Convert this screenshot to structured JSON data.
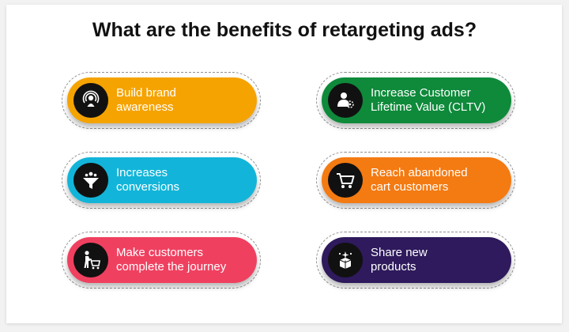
{
  "title": "What are the benefits of retargeting ads?",
  "benefits": [
    {
      "label": "Build brand\nawareness",
      "color": "#f5a300",
      "icon": "broadcast-person-icon"
    },
    {
      "label": "Increase Customer\nLifetime Value (CLTV)",
      "color": "#0e8a3a",
      "icon": "customer-value-icon"
    },
    {
      "label": "Increases\nconversions",
      "color": "#12b5d9",
      "icon": "conversion-funnel-icon"
    },
    {
      "label": "Reach abandoned\ncart customers",
      "color": "#f47a12",
      "icon": "shopping-cart-icon"
    },
    {
      "label": "Make customers\ncomplete the journey",
      "color": "#f04060",
      "icon": "person-with-cart-icon"
    },
    {
      "label": "Share new\nproducts",
      "color": "#2e1a5c",
      "icon": "new-product-box-icon"
    }
  ]
}
